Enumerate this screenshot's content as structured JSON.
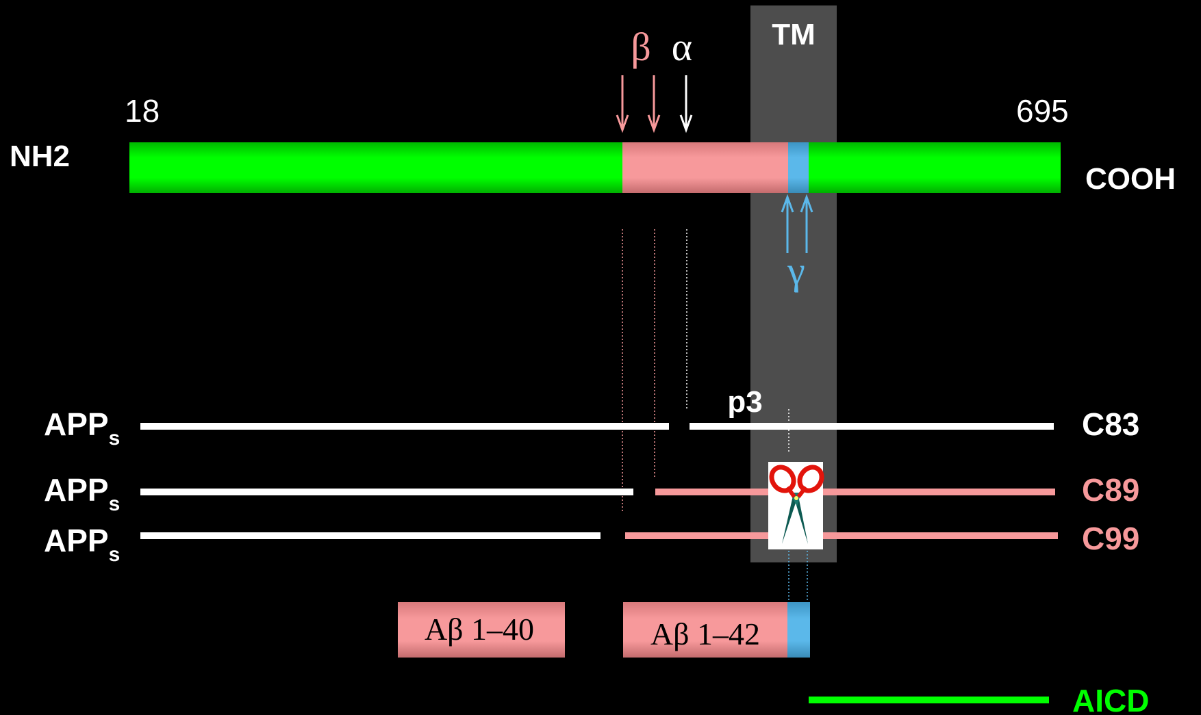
{
  "colors": {
    "green": "#00ff00",
    "pink": "#f7999b",
    "blue": "#5bb8ea",
    "tm_box": "#4d4d4d",
    "white": "#ffffff",
    "background": "#000000"
  },
  "labels": {
    "tm": "TM",
    "start_residue": "18",
    "end_residue": "695",
    "n_terminus": "NH2",
    "c_terminus": "COOH",
    "beta": "β",
    "alpha": "α",
    "gamma": "γ",
    "p3": "p3"
  },
  "fragments": [
    {
      "left_label": "APP",
      "left_sub": "s",
      "right_label": "C83"
    },
    {
      "left_label": "APP",
      "left_sub": "s",
      "right_label": "C89"
    },
    {
      "left_label": "APP",
      "left_sub": "s",
      "right_label": "C99"
    }
  ],
  "peptides": [
    {
      "label": "Aβ 1–40"
    },
    {
      "label": "Aβ 1–42"
    }
  ],
  "aicd": {
    "label": "AICD"
  },
  "icons": {
    "scissors": "scissors-icon"
  }
}
